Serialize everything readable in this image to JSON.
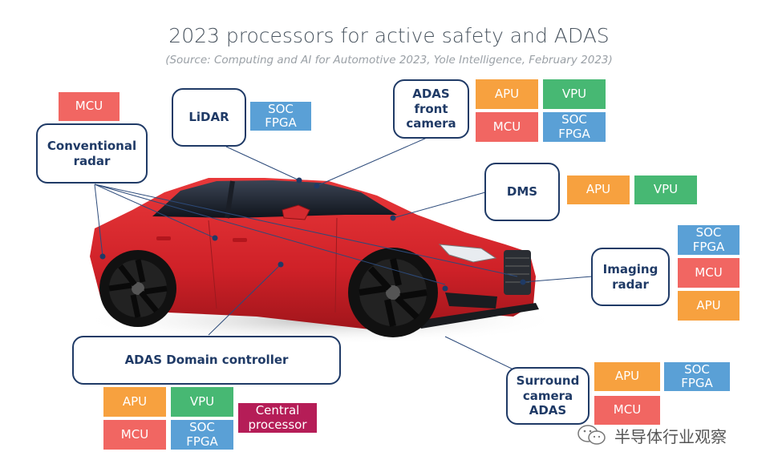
{
  "title": "2023 processors for active safety and ADAS",
  "subtitle": "(Source: Computing and AI for Automotive 2023, Yole Intelligence, February 2023)",
  "colors": {
    "apu": "#f7a13f",
    "vpu": "#47b873",
    "mcu": "#f16662",
    "soc_fpga": "#5aa0d6",
    "central_processor": "#b51d57",
    "box_border": "#1f3a66",
    "car_body": "#d8262b"
  },
  "systems": {
    "conventional_radar": {
      "label": "Conventional radar",
      "chips": [
        "MCU"
      ]
    },
    "lidar": {
      "label": "LiDAR",
      "chips": [
        "SOC FPGA"
      ]
    },
    "adas_front_camera": {
      "label": "ADAS front camera",
      "chips": [
        "APU",
        "VPU",
        "MCU",
        "SOC FPGA"
      ]
    },
    "dms": {
      "label": "DMS",
      "chips": [
        "APU",
        "VPU"
      ]
    },
    "imaging_radar": {
      "label": "Imaging radar",
      "chips": [
        "SOC FPGA",
        "MCU",
        "APU"
      ]
    },
    "adas_domain_controller": {
      "label": "ADAS Domain controller",
      "chips": [
        "APU",
        "VPU",
        "MCU",
        "SOC FPGA",
        "Central processor"
      ]
    },
    "surround_camera_adas": {
      "label": "Surround camera ADAS",
      "chips": [
        "APU",
        "SOC FPGA",
        "MCU"
      ]
    }
  },
  "watermark": {
    "icon": "wechat-icon",
    "text": "半导体行业观察"
  }
}
